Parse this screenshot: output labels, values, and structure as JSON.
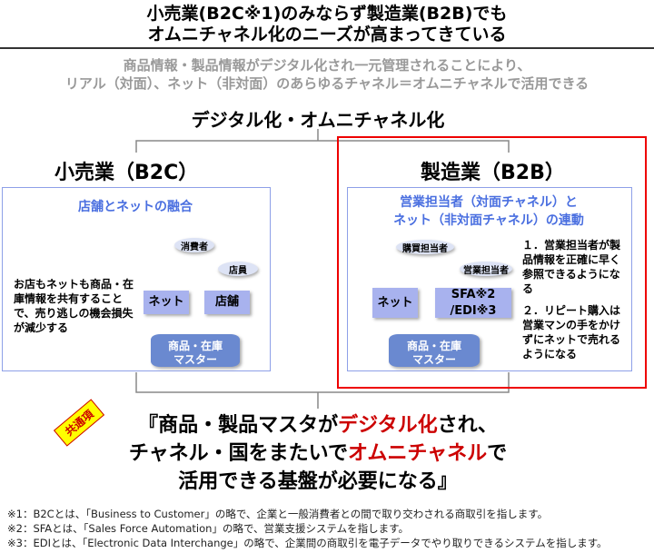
{
  "title": {
    "line1": "小売業(B2C※1)のみならず製造業(B2B)でも",
    "line2": "オムニチャネル化のニーズが高まってきている"
  },
  "subtitle": {
    "line1": "商品情報・製品情報がデジタル化され一元管理されることにより、",
    "line2": "リアル（対面）、ネット（非対面）のあらゆるチャネル＝オムニチャネルで活用できる"
  },
  "center_heading": "デジタル化・オムニチャネル化",
  "b2c": {
    "heading": "小売業（B2C）",
    "box_title": "店舗とネットの融合",
    "description": "お店もネットも商品・在庫情報を共有することで、売り逃しの機会損失が減少する",
    "consumer": "消費者",
    "staff": "店員",
    "net": "ネット",
    "store": "店舗",
    "master_line1": "商品・在庫",
    "master_line2": "マスター"
  },
  "b2b": {
    "heading": "製造業（B2B）",
    "box_title_line1": "営業担当者（対面チャネル）と",
    "box_title_line2": "ネット（非対面チャネル）の連動",
    "buyer": "購買担当者",
    "sales": "営業担当者",
    "net": "ネット",
    "sfa": "SFA※2",
    "edi": "/EDI※3",
    "master_line1": "商品・在庫",
    "master_line2": "マスター",
    "point1": "１．営業担当者が製品情報を正確に早く参照できるようになる",
    "point2": "２．リピート購入は営業マンの手をかけずにネットで売れるようになる"
  },
  "common_badge": "共通項",
  "conclusion": {
    "l1a": "『商品・製品マスタが",
    "l1b": "デジタル化",
    "l1c": "され、",
    "l2a": "チャネル・国をまたいで",
    "l2b": "オムニチャネル",
    "l2c": "で",
    "l3": "活用できる基盤が必要になる』"
  },
  "footnotes": [
    "※1：B2Cとは、「Business to Customer」の略で、企業と一般消費者との間で取り交わされる商取引を指します。",
    "※2：SFAとは、「Sales Force Automation」の略で、営業支援システムを指します。",
    "※3：EDIとは、「Electronic Data Interchange」の略で、企業間の商取引を電子データでやり取りできるシステムを指します。"
  ],
  "colors": {
    "accent_red": "#cc0000",
    "blue": "#4a6fe0",
    "highlight_box": "#ee0000"
  }
}
